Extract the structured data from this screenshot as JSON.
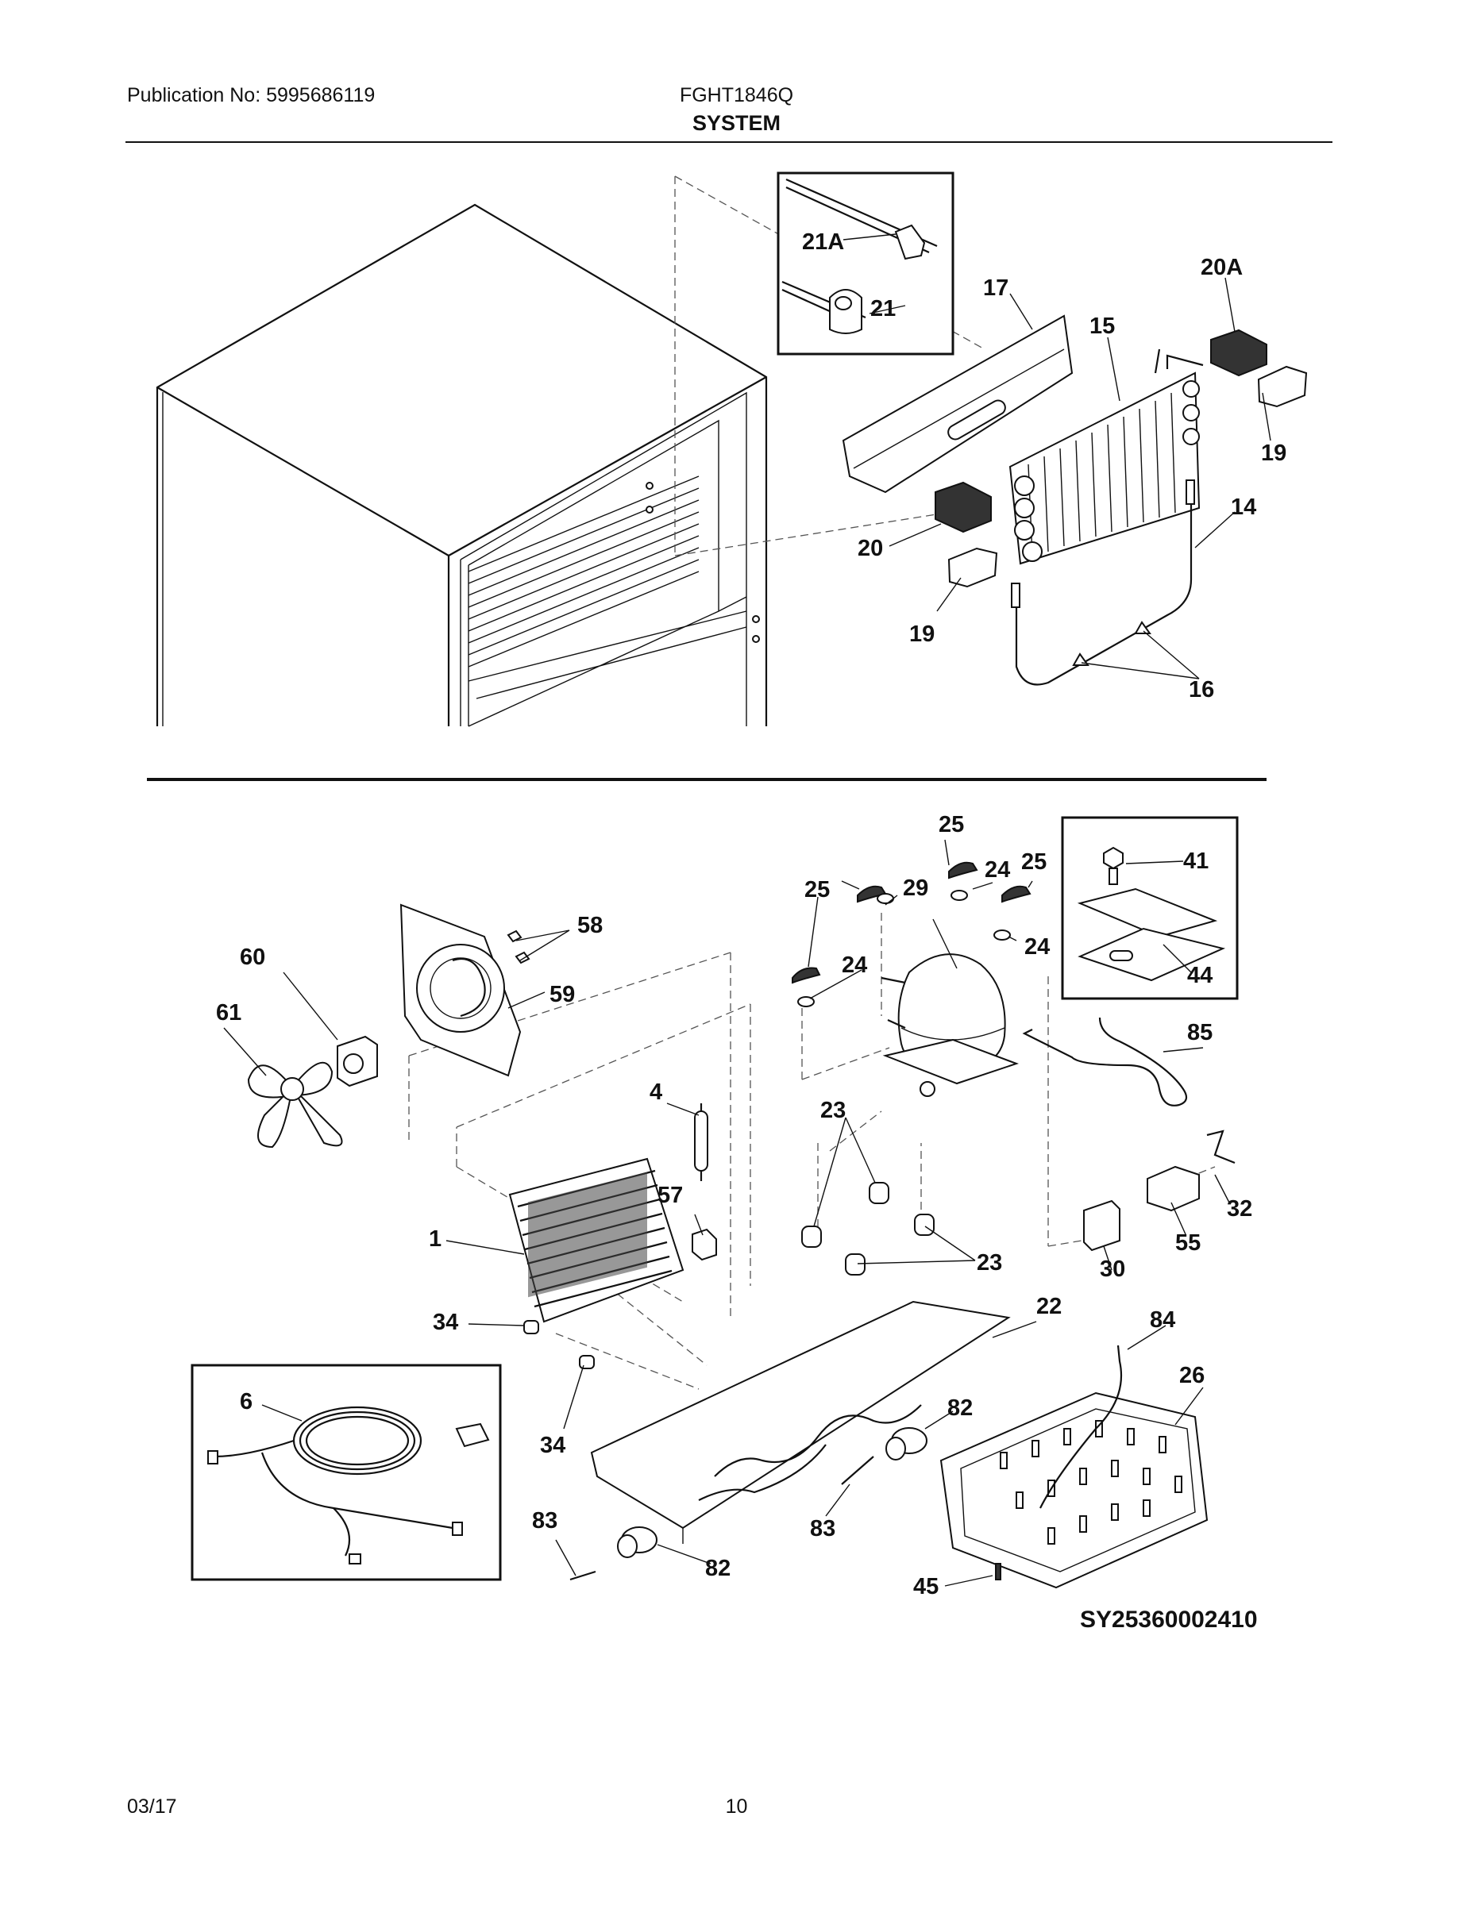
{
  "header": {
    "publication": "Publication No: 5995686119",
    "model": "FGHT1846Q",
    "section": "SYSTEM"
  },
  "footer": {
    "date": "03/17",
    "page": "10"
  },
  "diagram_code": "SY25360002410",
  "callouts": {
    "c21A": "21A",
    "c21": "21",
    "c17": "17",
    "c15": "15",
    "c20A": "20A",
    "c19a": "19",
    "c19b": "19",
    "c20": "20",
    "c14": "14",
    "c16": "16",
    "c25a": "25",
    "c25b": "25",
    "c25c": "25",
    "c24a": "24",
    "c24b": "24",
    "c24c": "24",
    "c29": "29",
    "c41": "41",
    "c44": "44",
    "c58": "58",
    "c60": "60",
    "c61": "61",
    "c59": "59",
    "c4": "4",
    "c23a": "23",
    "c23b": "23",
    "c85": "85",
    "c57": "57",
    "c1": "1",
    "c32": "32",
    "c30": "30",
    "c55": "55",
    "c34a": "34",
    "c34b": "34",
    "c22": "22",
    "c84": "84",
    "c26": "26",
    "c6": "6",
    "c82a": "82",
    "c82b": "82",
    "c83a": "83",
    "c83b": "83",
    "c45": "45"
  }
}
